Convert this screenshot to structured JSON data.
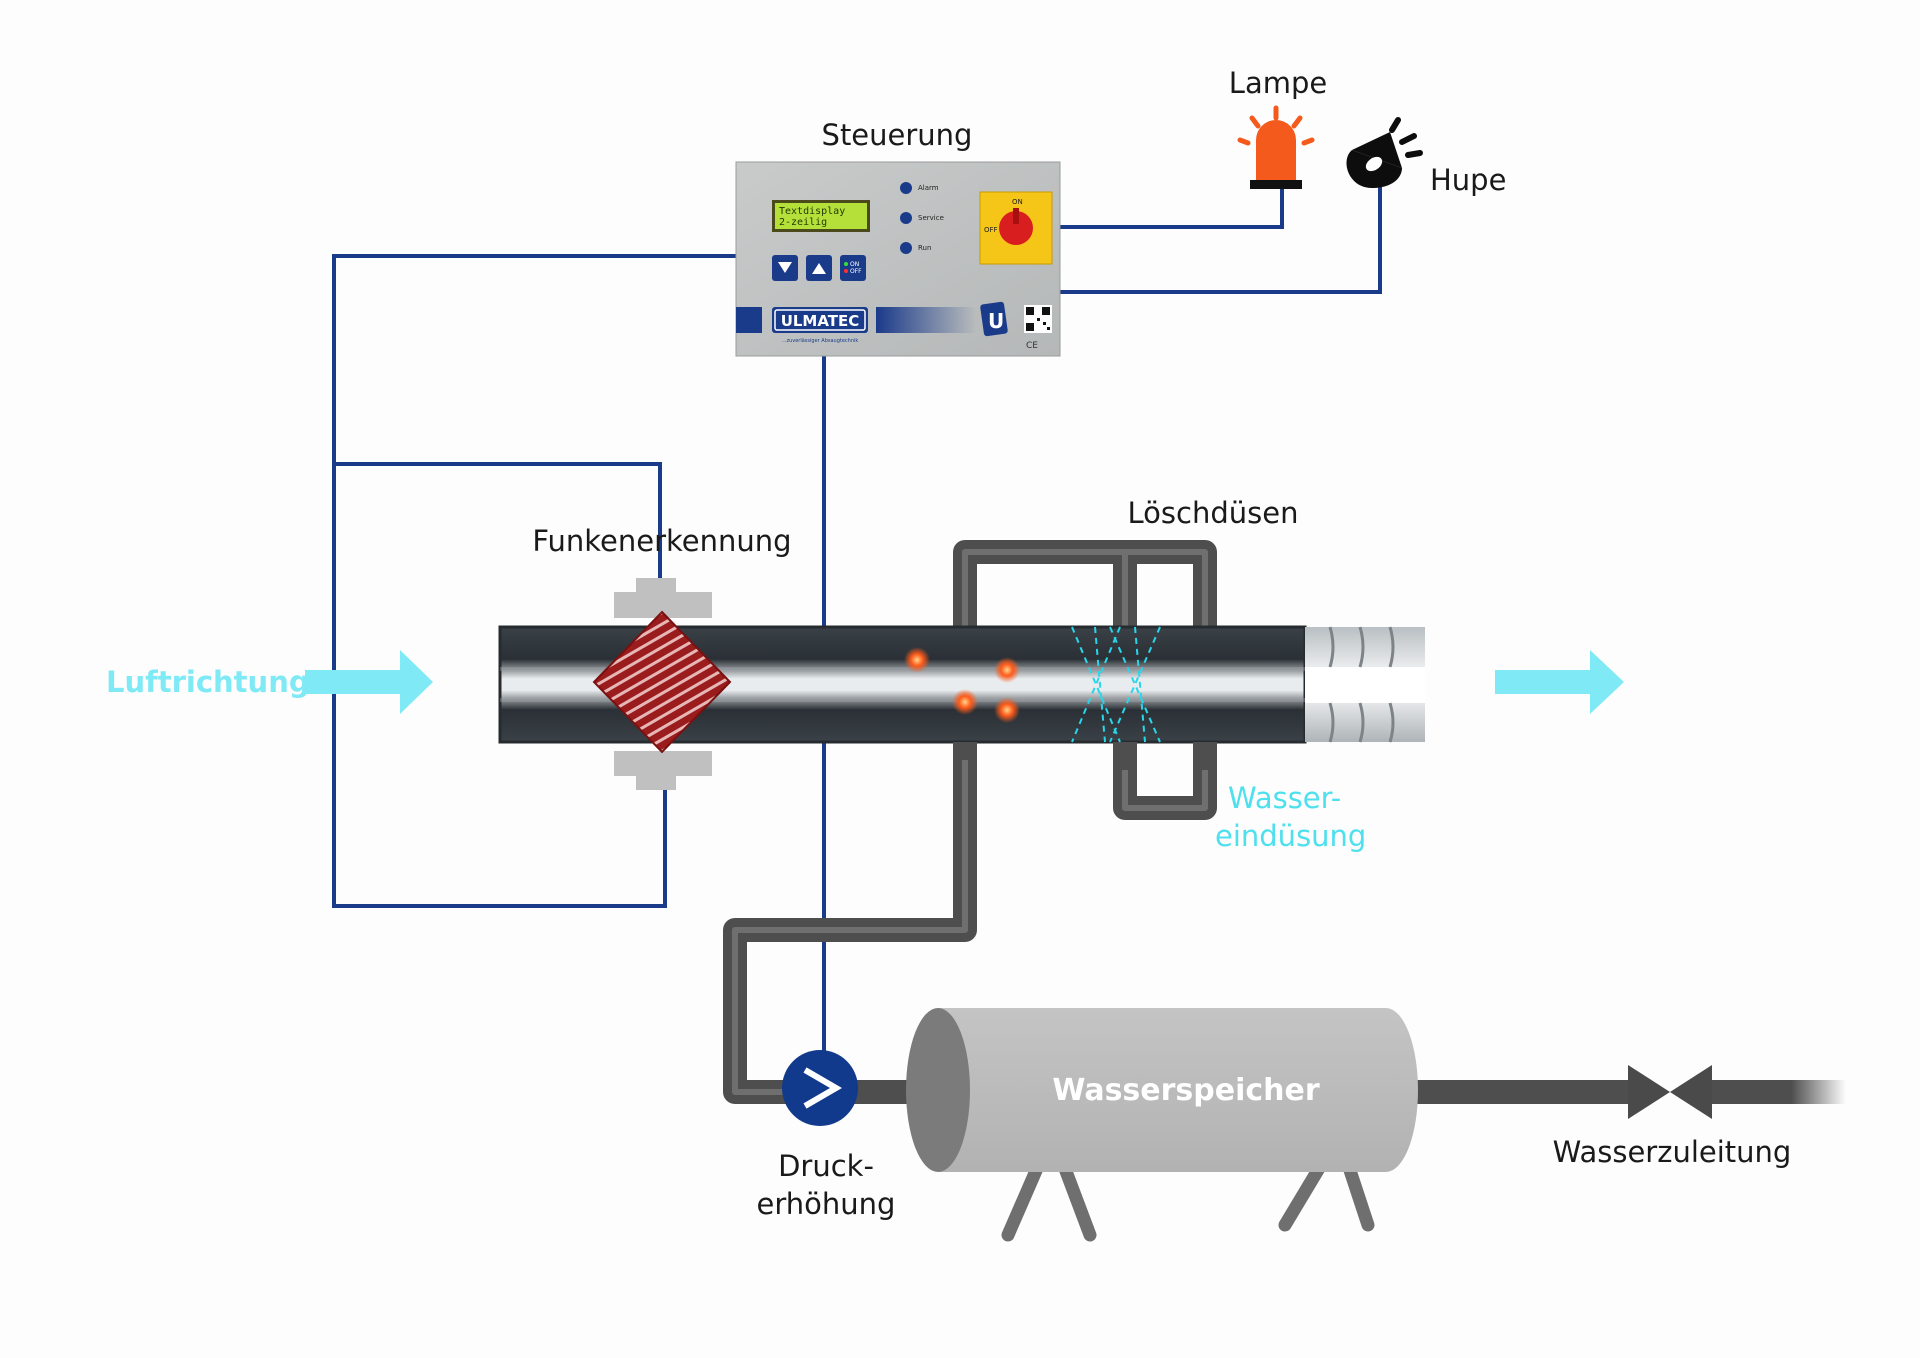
{
  "labels": {
    "steuerung": "Steuerung",
    "lampe": "Lampe",
    "hupe": "Hupe",
    "funkenerkennung": "Funkenerkennung",
    "loeschduesen": "Löschdüsen",
    "luftrichtung": "Luftrichtung",
    "wasser_line1": "Wasser-",
    "wasser_line2": "eindüsung",
    "druck_line1": "Druck-",
    "druck_line2": "erhöhung",
    "wasserspeicher": "Wasserspeicher",
    "wasserzuleitung": "Wasserzuleitung"
  },
  "control_panel": {
    "display_line1": "Textdisplay",
    "display_line2": "2-zeilig",
    "leds": [
      "Alarm",
      "Service",
      "Run"
    ],
    "on_label": "ON",
    "off_label": "OFF",
    "btn_onoff_on": "ON",
    "btn_onoff_off": "OFF",
    "brand": "ULMATEC",
    "brand_sub": "...zuverlässiger Absaugtechnik"
  },
  "colors": {
    "wire": "#1a3a8a",
    "pipe": "#5b5b5b",
    "duct": "#2b3238",
    "airflow": "#7feaf5",
    "lamp": "#f35a1c",
    "pump": "#123a8c",
    "tank": "#bdbdbd"
  },
  "icons": [
    "lamp-icon",
    "horn-icon",
    "pump-icon",
    "valve-icon",
    "arrow-right-icon"
  ]
}
